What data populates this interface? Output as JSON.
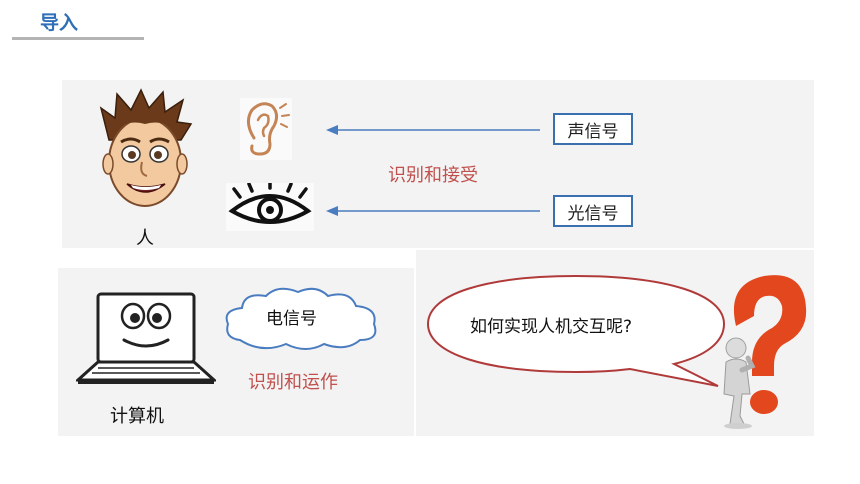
{
  "header": {
    "title": "导入"
  },
  "human": {
    "label": "人"
  },
  "signals": {
    "sound": "声信号",
    "light": "光信号",
    "electric": "电信号"
  },
  "human_action": "识别和接受",
  "computer": {
    "label": "计算机",
    "action": "识别和运作"
  },
  "question": "如何实现人机交互呢?",
  "colors": {
    "accent_blue": "#3a6fb0",
    "accent_red": "#c0504d",
    "title_blue": "#2f6fb8"
  }
}
